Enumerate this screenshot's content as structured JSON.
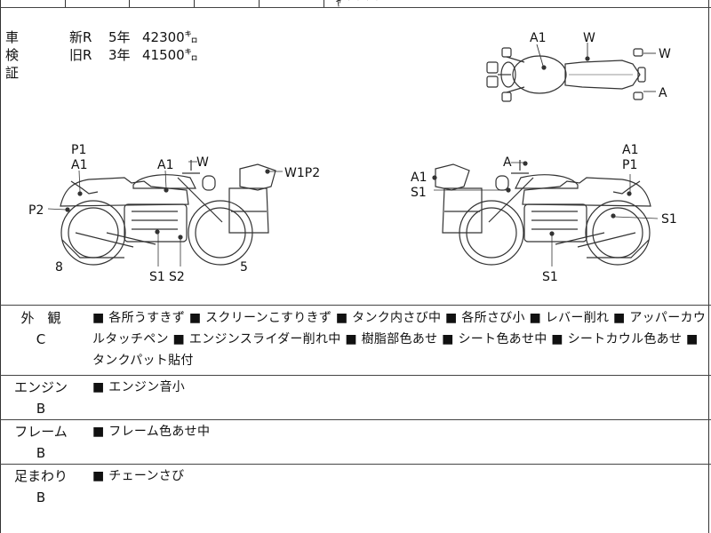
{
  "header": {
    "fragment": "ﾔ ′ ′ ′ ′"
  },
  "odometer": {
    "title": "車検証",
    "rows": [
      {
        "kind": "新R",
        "years": "5年",
        "distance": "42300㌔"
      },
      {
        "kind": "旧R",
        "years": "3年",
        "distance": "41500㌔"
      }
    ]
  },
  "diagram_labels": {
    "top": {
      "a1": "A1",
      "w_top": "W",
      "w_right": "W",
      "a_right": "A"
    },
    "left": {
      "p1": "P1",
      "a1_rear": "A1",
      "p2": "P2",
      "eight": "8",
      "a1_tank": "A1",
      "w_mirror": "W",
      "w1p2": "W1P2",
      "s1": "S1",
      "s2": "S2",
      "five": "5"
    },
    "right": {
      "a1_left": "A1",
      "s1_left": "S1",
      "a_mirror": "A",
      "a1_rear": "A1",
      "p1": "P1",
      "s1_right": "S1",
      "s1_bottom": "S1"
    }
  },
  "sections": [
    {
      "label": "外　観",
      "grade": "C",
      "lines": [
        "■ 各所うすきず ■ スクリーンこすりきず ■ タンク内さび中 ■ 各所さび小 ■ レバー削れ ■ アッパーカウ",
        "ルタッチペン ■ エンジンスライダー削れ中 ■ 樹脂部色あせ ■ シート色あせ中 ■ シートカウル色あせ ■",
        "タンクパット貼付"
      ]
    },
    {
      "label": "エンジン",
      "grade": "B",
      "lines": [
        "■ エンジン音小"
      ]
    },
    {
      "label": "フレーム",
      "grade": "B",
      "lines": [
        "■ フレーム色あせ中"
      ]
    },
    {
      "label": "足まわり",
      "grade": "B",
      "lines": [
        "■ チェーンさび"
      ]
    }
  ]
}
